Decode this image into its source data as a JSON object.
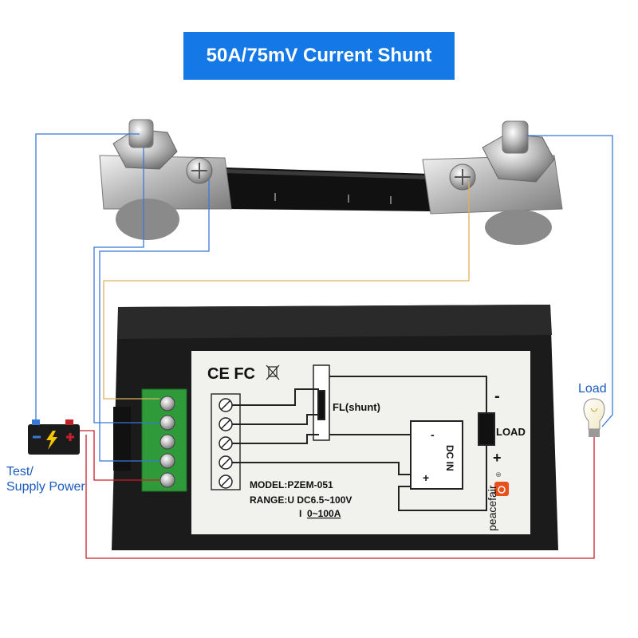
{
  "banner": {
    "title": "50A/75mV Current Shunt"
  },
  "labels": {
    "load_outside": "Load",
    "power_line1": "Test/",
    "power_line2": "Supply Power"
  },
  "panel": {
    "certifications": "CE FC",
    "shunt_label": "FL(shunt)",
    "load_label": "LOAD",
    "dcin_label": "DC IN",
    "minus_top": "-",
    "plus_load": "+",
    "minus_dcin": "-",
    "plus_dcin": "+",
    "model": "MODEL:PZEM-051",
    "range_u": "RANGE:U DC6.5~100V",
    "range_i_prefix": "I",
    "range_i": "0~100A",
    "brand": "peacefair",
    "registered": "®"
  },
  "colors": {
    "banner": "#1479e6",
    "wire_blue": "#3a78d8",
    "wire_yellow": "#e0b060",
    "wire_red": "#c8202a",
    "terminal_green": "#2e9a3a",
    "meter_body": "#1b1b1b",
    "label_panel": "#f1f1ee"
  }
}
